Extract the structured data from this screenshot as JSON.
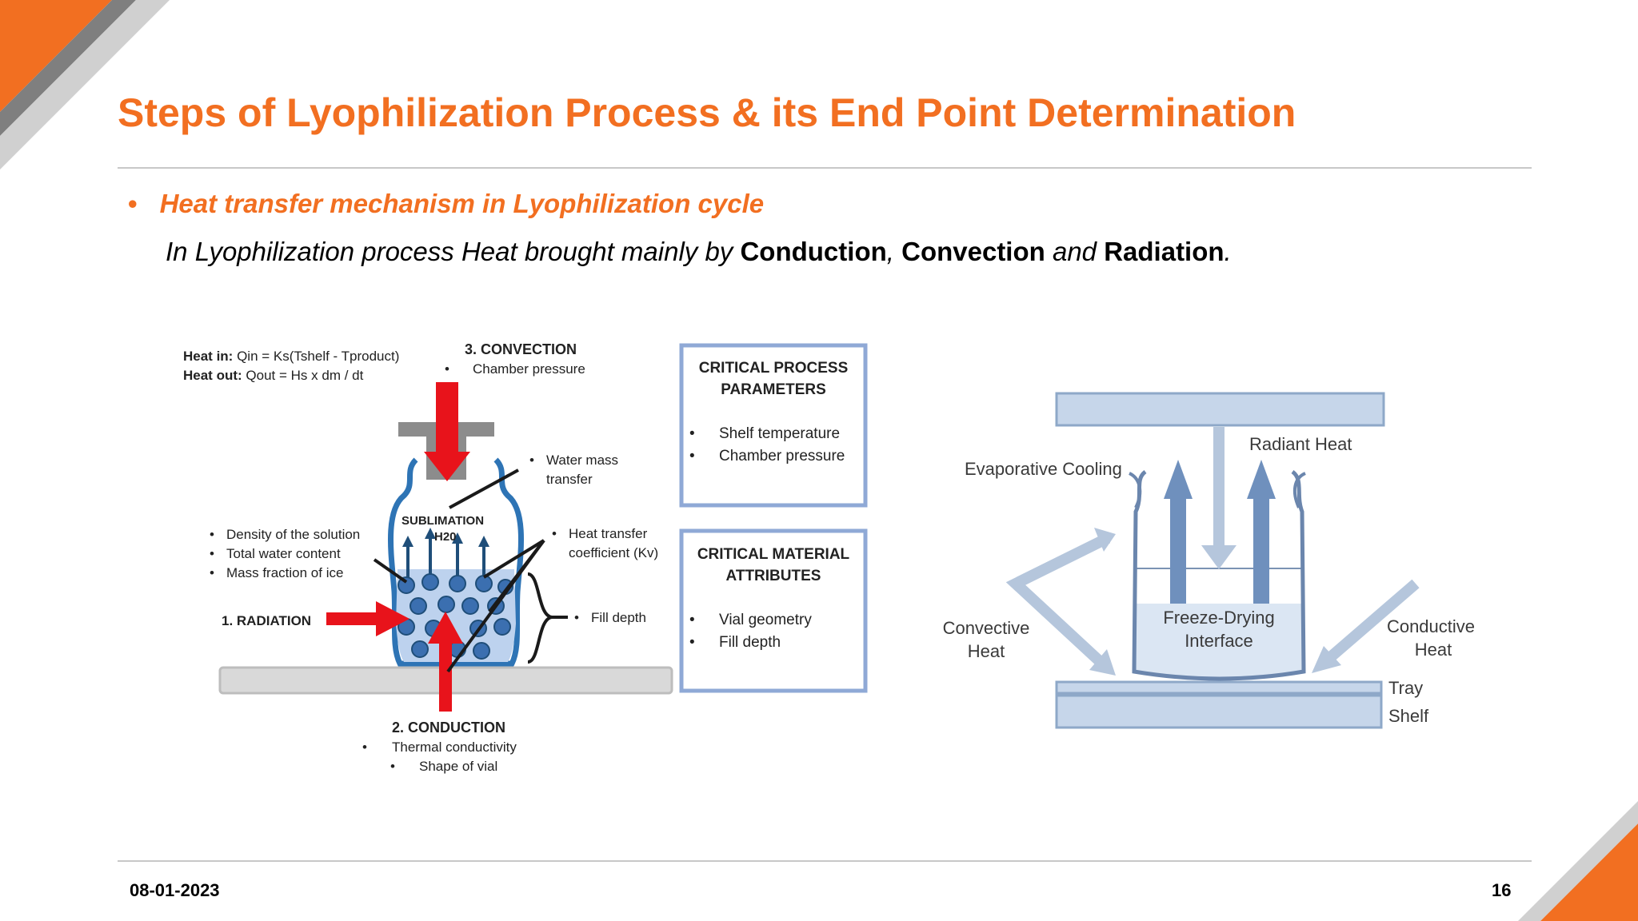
{
  "slide": {
    "title": "Steps of Lyophilization Process & its End Point Determination",
    "bullet_marker": "•",
    "subheading": "Heat transfer mechanism in Lyophilization cycle",
    "body": {
      "prefix": "In Lyophilization process Heat brought mainly by ",
      "term1": "Conduction",
      "sep1": ", ",
      "term2": "Convection",
      "sep2": " and ",
      "term3": "Radiation",
      "suffix": "."
    },
    "date": "08-01-2023",
    "page_number": "16"
  },
  "colors": {
    "accent_orange": "#f26f21",
    "deco_gray": "#c9c9c9",
    "arrow_red": "#e8131b",
    "vial_blue": "#2e74b5",
    "box_border": "#8fa9d6",
    "diagram2_blue": "#a9bed9"
  },
  "left_diagram": {
    "heat_in_label": "Heat in:",
    "heat_in_eq": "Qin = Ks(Tshelf - Tproduct)",
    "heat_out_label": "Heat out:",
    "heat_out_eq": "Qout = Hs x dm / dt",
    "convection_title": "3. CONVECTION",
    "convection_item": "Chamber pressure",
    "water_mass_1": "Water mass",
    "water_mass_2": "transfer",
    "sublimation": "SUBLIMATION",
    "h2o": "H20",
    "heat_transfer_1": "Heat transfer",
    "heat_transfer_2": "coefficient (Kv)",
    "solution_items": [
      "Density of the solution",
      "Total water content",
      "Mass fraction of ice"
    ],
    "radiation": "1. RADIATION",
    "fill_depth": "Fill depth",
    "conduction_title": "2. CONDUCTION",
    "conduction_items": [
      "Thermal conductivity",
      "Shape of vial"
    ]
  },
  "process_box": {
    "title_1": "CRITICAL PROCESS",
    "title_2": "PARAMETERS",
    "items": [
      "Shelf temperature",
      "Chamber pressure"
    ]
  },
  "material_box": {
    "title_1": "CRITICAL MATERIAL",
    "title_2": "ATTRIBUTES",
    "items": [
      "Vial geometry",
      "Fill depth"
    ]
  },
  "right_diagram": {
    "evaporative": "Evaporative Cooling",
    "radiant": "Radiant Heat",
    "convective_1": "Convective",
    "convective_2": "Heat",
    "interface_1": "Freeze-Drying",
    "interface_2": "Interface",
    "conductive_1": "Conductive",
    "conductive_2": "Heat",
    "tray": "Tray",
    "shelf": "Shelf"
  }
}
